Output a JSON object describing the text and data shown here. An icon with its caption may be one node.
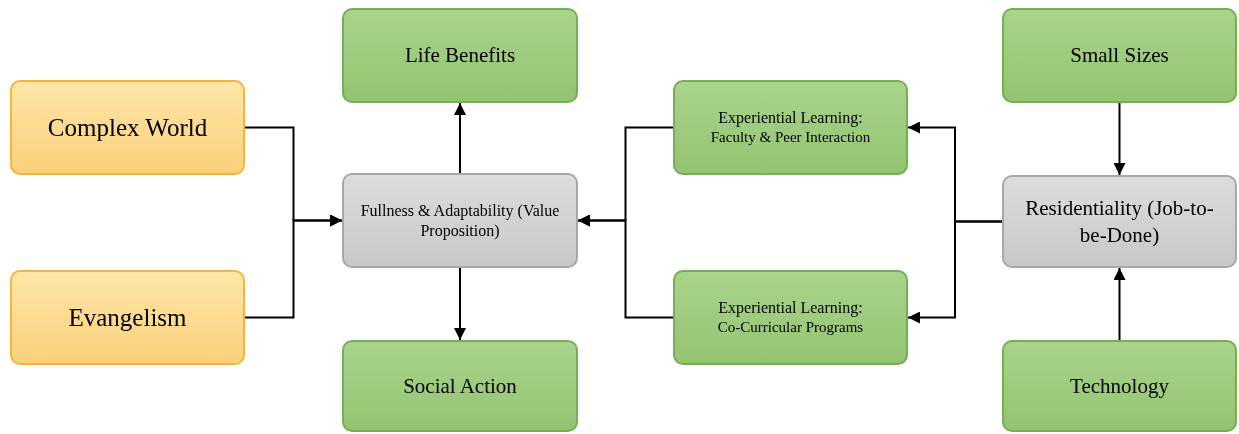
{
  "diagram": {
    "nodes": [
      {
        "text": [
          "Complex World"
        ]
      },
      {
        "text": [
          "Evangelism"
        ]
      },
      {
        "text": [
          "Life Benefits"
        ]
      },
      {
        "text": [
          "Fullness & Adaptability (Value Proposition)"
        ]
      },
      {
        "text": [
          "Social Action"
        ]
      },
      {
        "text": [
          "Experiential Learning:",
          "Faculty & Peer Interaction"
        ]
      },
      {
        "text": [
          "Experiential Learning:",
          "Co-Curricular Programs"
        ]
      },
      {
        "text": [
          "Small Sizes"
        ]
      },
      {
        "text": [
          "Residentiality (Job-to-be-Done)"
        ]
      },
      {
        "text": [
          "Technology"
        ]
      }
    ],
    "edges": [
      {
        "from": 0,
        "to": 3,
        "arrow": "to"
      },
      {
        "from": 1,
        "to": 3,
        "arrow": "to"
      },
      {
        "from": 3,
        "to": 2,
        "arrow": "to"
      },
      {
        "from": 3,
        "to": 4,
        "arrow": "to"
      },
      {
        "from": 5,
        "to": 3,
        "arrow": "to"
      },
      {
        "from": 6,
        "to": 3,
        "arrow": "to"
      },
      {
        "from": 8,
        "to": 5,
        "arrow": "to"
      },
      {
        "from": 8,
        "to": 6,
        "arrow": "to"
      },
      {
        "from": 7,
        "to": 8,
        "arrow": "to"
      },
      {
        "from": 9,
        "to": 8,
        "arrow": "to"
      }
    ]
  }
}
